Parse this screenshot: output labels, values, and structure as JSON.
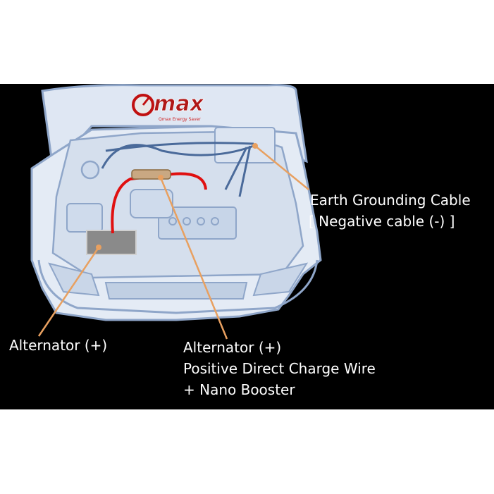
{
  "logo": {
    "wordmark": "max",
    "tagline": "Qmax Energy Saver"
  },
  "labels": {
    "earth_line1": "Earth Grounding Cable",
    "earth_line2": "[ Negative cable (-) ]",
    "alternator_left": "Alternator (+)",
    "wire_line1": "Alternator (+)",
    "wire_line2": "Positive Direct Charge Wire",
    "wire_line3": "+ Nano Booster"
  },
  "colors": {
    "background_page": "#ffffff",
    "background_panel": "#000000",
    "car_outline": "#8fa6c9",
    "car_fill": "#dde6f2",
    "pointer_lines": "#e8a060",
    "charge_wire": "#e01010",
    "booster": "#c9a882",
    "battery": "#8a8a8a"
  }
}
